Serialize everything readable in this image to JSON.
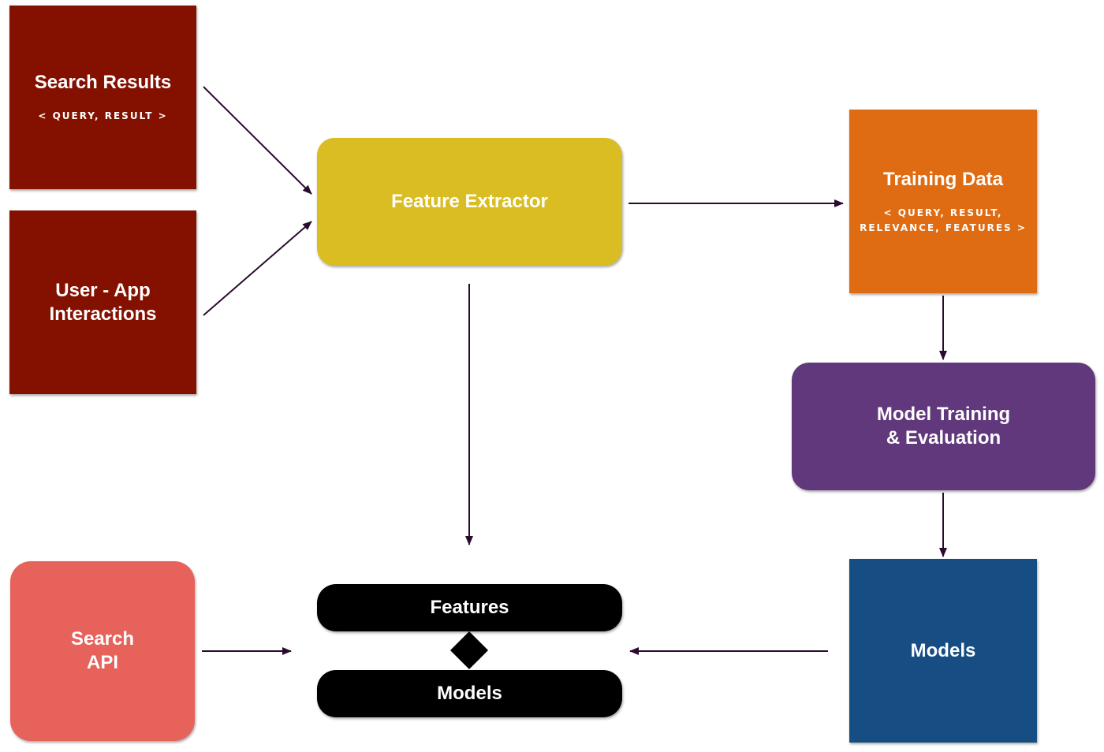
{
  "colors": {
    "search_results": "#841100",
    "user_app": "#841100",
    "feature_extractor": "#D9BD22",
    "training_data": "#DF6C12",
    "model_training": "#60387B",
    "models_store": "#164D83",
    "search_api": "#E6625B",
    "runtime": "#000000",
    "edge": "#2A0B2E"
  },
  "nodes": {
    "search_results": {
      "title": "Search Results",
      "subtitle": "< QUERY, RESULT >"
    },
    "user_app": {
      "title": "User - App\nInteractions"
    },
    "feature_extractor": {
      "title": "Feature Extractor"
    },
    "training_data": {
      "title": "Training Data",
      "subtitle": "< QUERY, RESULT,\nRELEVANCE, FEATURES >"
    },
    "model_training": {
      "title": "Model Training\n& Evaluation"
    },
    "models_store": {
      "title": "Models"
    },
    "search_api": {
      "title": "Search\nAPI"
    },
    "features": {
      "title": "Features"
    },
    "models_runtime": {
      "title": "Models"
    }
  },
  "edges": [
    {
      "from": "search_results",
      "to": "feature_extractor"
    },
    {
      "from": "user_app",
      "to": "feature_extractor"
    },
    {
      "from": "feature_extractor",
      "to": "training_data"
    },
    {
      "from": "training_data",
      "to": "model_training"
    },
    {
      "from": "model_training",
      "to": "models_store"
    },
    {
      "from": "feature_extractor",
      "to": "features"
    },
    {
      "from": "models_store",
      "to": "models_runtime"
    },
    {
      "from": "search_api",
      "to": "features"
    }
  ]
}
